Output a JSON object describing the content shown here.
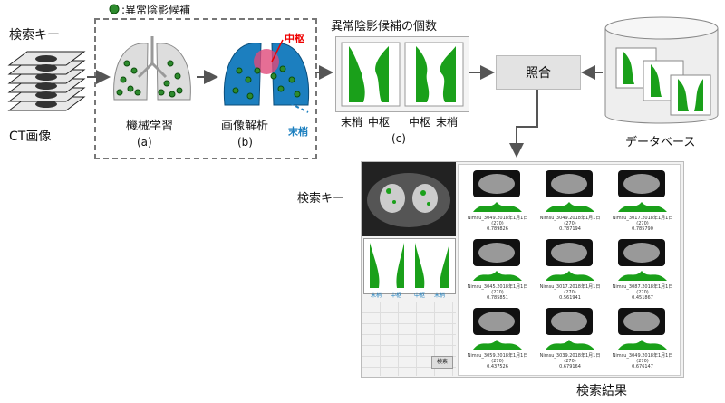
{
  "legend": {
    "text": ":異常陰影候補"
  },
  "ct": {
    "search_key_label": "検索キー",
    "label": "CT画像"
  },
  "step_a": {
    "label": "機械学習",
    "tag": "(a)"
  },
  "step_b": {
    "label": "画像解析",
    "tag": "(b)",
    "center_label": "中枢",
    "periph_label": "末梢"
  },
  "step_c": {
    "title": "異常陰影候補の個数",
    "tag": "(c)",
    "axis_labels": [
      "末梢",
      "中枢",
      "中枢",
      "末梢"
    ]
  },
  "match": {
    "label": "照合"
  },
  "database": {
    "label": "データベース"
  },
  "results": {
    "search_key_label": "検索キー",
    "results_label": "検索結果",
    "left_axis_labels": [
      "末梢",
      "中枢",
      "中枢",
      "末梢"
    ],
    "search_button": "検索",
    "grid": [
      {
        "name": "Nimsu_3049.2018年1月1日(270)",
        "id": "0.789826"
      },
      {
        "name": "Nimsu_3049.2018年1月1日(270)",
        "id": "0.787194"
      },
      {
        "name": "Nimsu_3017.2018年1月1日(270)",
        "id": "0.785790"
      },
      {
        "name": "Nimsu_3045.2018年1月1日(270)",
        "id": "0.785851"
      },
      {
        "name": "Nimsu_3017.2018年1月1日(270)",
        "id": "0.561941"
      },
      {
        "name": "Nimsu_3087.2018年1月1日(270)",
        "id": "0.451867"
      },
      {
        "name": "Nimsu_3059.2018年1月1日(270)",
        "id": "0.437526"
      },
      {
        "name": "Nimsu_3039.2018年1月1日(270)",
        "id": "0.679164"
      },
      {
        "name": "Nimsu_3049.2018年1月1日(270)",
        "id": "0.676147"
      }
    ]
  }
}
